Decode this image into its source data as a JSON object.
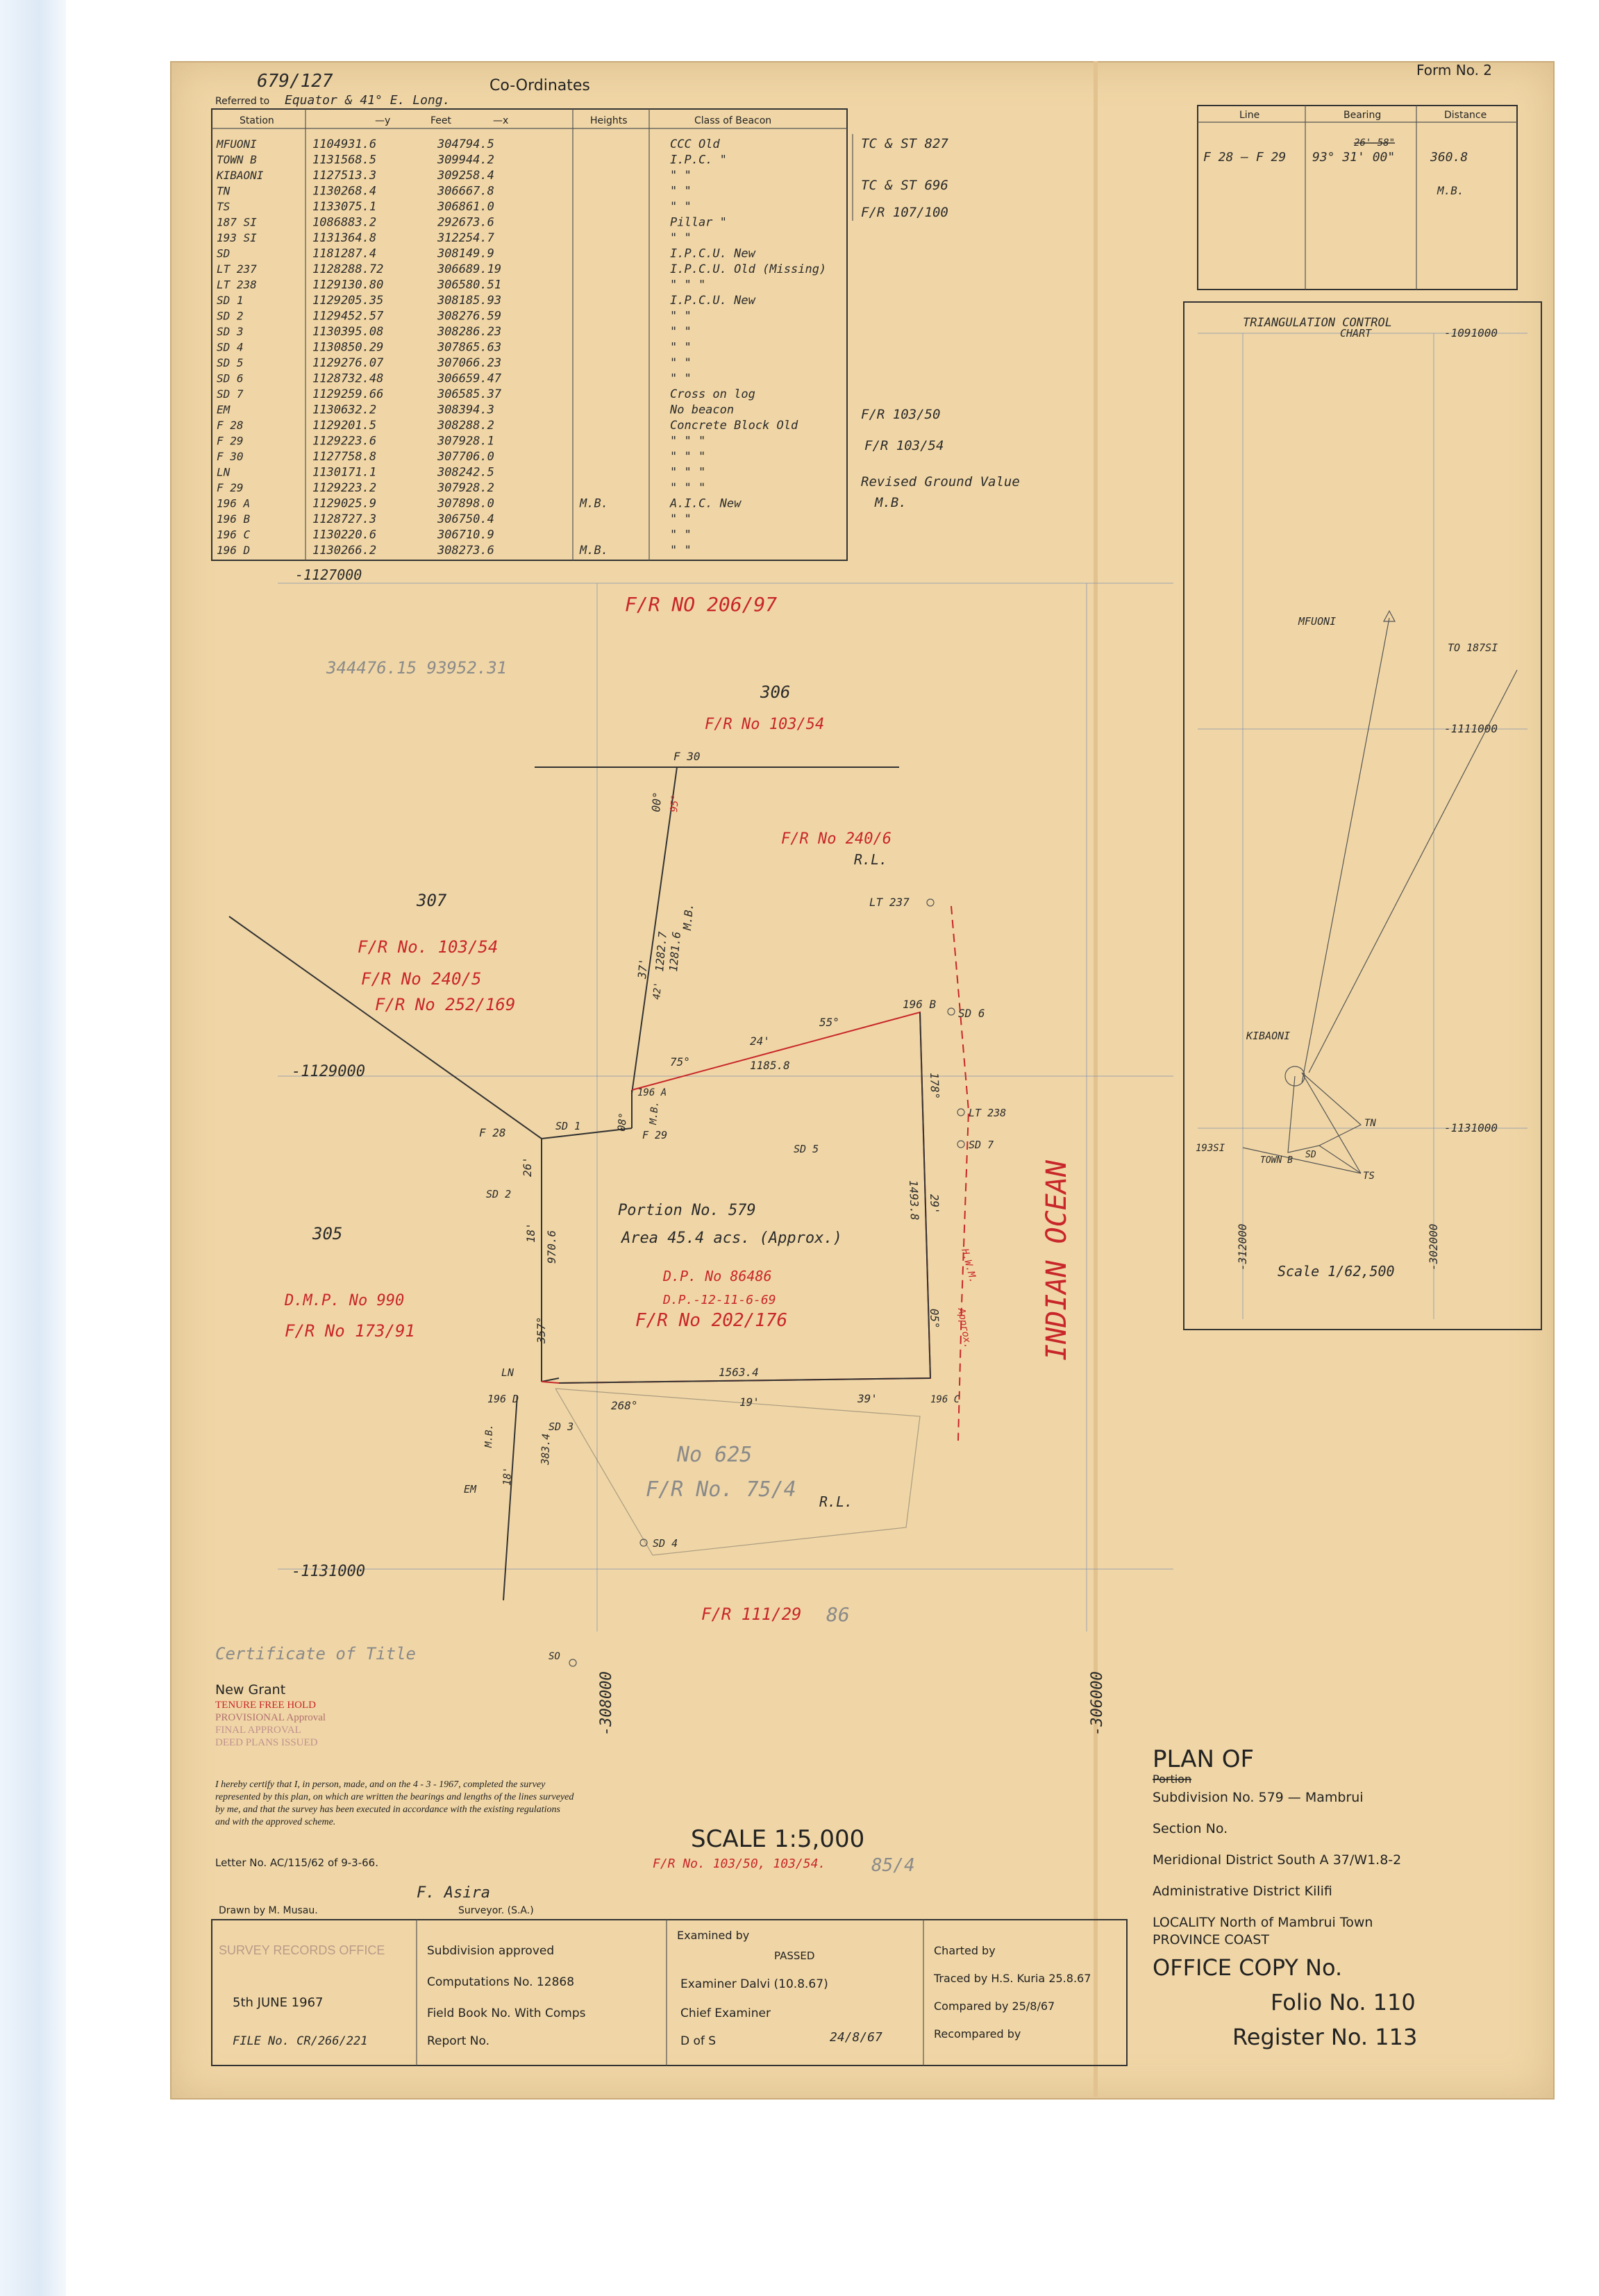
{
  "header": {
    "ref_no": "679/127",
    "title": "Co-Ordinates",
    "referred_to": "Referred to",
    "referred_value": "Equator & 41° E. Long.",
    "form_no": "Form No. 2"
  },
  "coord_table": {
    "headers": [
      "Station",
      "—y",
      "Feet",
      "—x",
      "Heights",
      "Class of Beacon"
    ],
    "rows": [
      [
        "MFUONI",
        "1104931.6",
        "304794.5",
        "",
        "CCC Old"
      ],
      [
        "TOWN B",
        "1131568.5",
        "309944.2",
        "",
        "I.P.C. \""
      ],
      [
        "KIBAONI",
        "1127513.3",
        "309258.4",
        "",
        "\" \""
      ],
      [
        "TN",
        "1130268.4",
        "306667.8",
        "",
        "\" \""
      ],
      [
        "TS",
        "1133075.1",
        "306861.0",
        "",
        "\" \""
      ],
      [
        "187 SI",
        "1086883.2",
        "292673.6",
        "",
        "Pillar \""
      ],
      [
        "193 SI",
        "1131364.8",
        "312254.7",
        "",
        "\" \""
      ],
      [
        "SD",
        "1181287.4",
        "308149.9",
        "",
        "I.P.C.U. New"
      ],
      [
        "LT 237",
        "1128288.72",
        "306689.19",
        "",
        "I.P.C.U. Old (Missing)"
      ],
      [
        "LT 238",
        "1129130.80",
        "306580.51",
        "",
        "\" \" \""
      ],
      [
        "SD 1",
        "1129205.35",
        "308185.93",
        "",
        "I.P.C.U. New"
      ],
      [
        "SD 2",
        "1129452.57",
        "308276.59",
        "",
        "\" \""
      ],
      [
        "SD 3",
        "1130395.08",
        "308286.23",
        "",
        "\" \""
      ],
      [
        "SD 4",
        "1130850.29",
        "307865.63",
        "",
        "\" \""
      ],
      [
        "SD 5",
        "1129276.07",
        "307066.23",
        "",
        "\" \""
      ],
      [
        "SD 6",
        "1128732.48",
        "306659.47",
        "",
        "\" \""
      ],
      [
        "SD 7",
        "1129259.66",
        "306585.37",
        "",
        "Cross on log"
      ],
      [
        "EM",
        "1130632.2",
        "308394.3",
        "",
        "No beacon"
      ],
      [
        "F 28",
        "1129201.5",
        "308288.2",
        "",
        "Concrete Block Old"
      ],
      [
        "F 29",
        "1129223.6",
        "307928.1",
        "",
        "\" \" \""
      ],
      [
        "F 30",
        "1127758.8",
        "307706.0",
        "",
        "\" \" \""
      ],
      [
        "LN",
        "1130171.1",
        "308242.5",
        "",
        "\" \" \""
      ],
      [
        "F 29",
        "1129223.2",
        "307928.2",
        "",
        "\" \" \""
      ],
      [
        "196 A",
        "1129025.9",
        "307898.0",
        "M.B.",
        "A.I.C. New"
      ],
      [
        "196 B",
        "1128727.3",
        "306750.4",
        "",
        "\" \""
      ],
      [
        "196 C",
        "1130220.6",
        "306710.9",
        "",
        "\" \""
      ],
      [
        "196 D",
        "1130266.2",
        "308273.6",
        "M.B.",
        "\" \""
      ]
    ],
    "notes": [
      "TC & ST 827",
      "TC & ST 696",
      "F/R 107/100",
      "F/R 103/50",
      "F/R 103/54",
      "Revised Ground Value",
      "M.B."
    ],
    "bottom_val": "-1127000"
  },
  "bearing_table": {
    "headers": [
      "Line",
      "Bearing",
      "Distance"
    ],
    "line": "F 28 — F 29",
    "bearing": "93° 31' 00\"",
    "bearing_struck": "26' 58\"",
    "distance": "360.8",
    "mb": "M.B."
  },
  "triangulation": {
    "title": "TRIANGULATION CONTROL",
    "subtitle": "CHART",
    "grid_labels": [
      "-1091000",
      "-1111000",
      "-1131000",
      "-312000",
      "-302000"
    ],
    "stations": [
      "MFUONI",
      "TO 187SI",
      "KIBAONI",
      "TN",
      "TOWN B",
      "SD",
      "TS",
      "193SI"
    ],
    "scale": "Scale 1/62,500"
  },
  "plan": {
    "fr_top": "F/R NO 206/97",
    "pencil_top": "344476.15  93952.31",
    "parcel_306": "306",
    "fr_306": "F/R No 103/54",
    "parcel_307": "307",
    "red_307": [
      "F/R No. 103/54",
      "F/R No 240/5",
      "F/R No 252/169"
    ],
    "fr_240": "F/R No 240/6",
    "rl": "R.L.",
    "parcel_305": "305",
    "dmp": "D.M.P. No 990",
    "fr_173": "F/R No 173/91",
    "portion_no": "Portion No. 579",
    "area": "Area 45.4 acs. (Approx.)",
    "dp": "D.P. No 86486",
    "dp_date": "D.P.-12-11-6-69",
    "fr_202": "F/R No 202/176",
    "indian_ocean": "INDIAN OCEAN",
    "hwm": "H.W.M.",
    "approx": "Approx.",
    "pencil_625": "No 625",
    "pencil_fr75": "F/R No. 75/4",
    "fr_111": "F/R 111/29",
    "fr_111_pencil": "86",
    "grid_left_1129": "-1129000",
    "grid_left_1131": "-1131000",
    "grid_308": "-308000",
    "grid_306": "-306000",
    "labels": {
      "f30": "F 30",
      "lt237": "LT 237",
      "sd6": "SD 6",
      "b196b": "196 B",
      "b196a": "196 A",
      "f28": "F 28",
      "sd1": "SD 1",
      "f29": "F 29",
      "lt238": "LT 238",
      "sd7": "SD 7",
      "sd5": "SD 5",
      "sd2": "SD 2",
      "ln": "LN",
      "b196d": "196 D",
      "sd3": "SD 3",
      "b196c": "196 C",
      "em": "EM",
      "sd4": "SD 4",
      "so": "SO"
    },
    "dims": {
      "f30_b": "00°",
      "f30_b2": "95°",
      "mb_1": "M.B.",
      "d1281": "1281.6",
      "d1282": "1282.7",
      "b37": "37'",
      "b42": "42'",
      "b75": "75°",
      "b24": "24'",
      "b55": "55°",
      "d1185": "1185.8",
      "b178": "178°",
      "d1493": "1493.8",
      "b29": "29'",
      "b05": "05°",
      "b26": "26'",
      "b18": "18'",
      "d9706": "970.6",
      "b357": "357°",
      "d1563": "1563.4",
      "b268": "268°",
      "b19": "19'",
      "b39": "39'",
      "d3834": "383.4",
      "b18b": "18'",
      "mb_2": "M.B.",
      "b08": "08°",
      "mb_3": "M.B."
    }
  },
  "certificate": {
    "pencil": "Certificate of Title",
    "new_grant": "New Grant",
    "stamp": [
      "TENURE FREE HOLD",
      "PROVISIONAL Approval",
      "FINAL APPROVAL",
      "DEED PLANS ISSUED"
    ],
    "text": "I hereby certify that I, in person, made, and on the 4 - 3 - 1967, completed the survey represented by this plan, on which are written the bearings and lengths of the lines surveyed by me, and that the survey has been executed in accordance with the existing regulations and with the approved scheme.",
    "letter_no": "Letter No. AC/115/62 of 9-3-66.",
    "surveyor": "F. Asira",
    "surveyor_role": "Surveyor. (S.A.)",
    "drawn_by": "Drawn by M. Musau."
  },
  "scale": {
    "label": "SCALE 1:5,000",
    "fr": "F/R No. 103/50, 103/54.",
    "pencil": "85/4"
  },
  "plan_of": {
    "title": "PLAN OF",
    "portion_struck": "Portion",
    "subdivision": "Subdivision No. 579 — Mambrui",
    "section": "Section No.",
    "meridional": "Meridional District South A 37/W1.8-2",
    "admin": "Administrative District Kilifi",
    "locality": "LOCALITY North of Mambrui Town",
    "province": "PROVINCE COAST",
    "office_copy": "OFFICE COPY No.",
    "folio": "Folio No. 110",
    "register": "Register No. 113"
  },
  "footer": {
    "office": "SURVEY RECORDS OFFICE",
    "date": "5th JUNE 1967",
    "file": "FILE No. CR/266/221",
    "subdivision": "Subdivision approved",
    "computations": "Computations No. 12868",
    "field_book": "Field Book No. With Comps",
    "report": "Report No.",
    "examined": "Examined by",
    "passed": "PASSED",
    "examiner": "Examiner Dalvi (10.8.67)",
    "chief_examiner": "Chief Examiner",
    "dofs": "D of S",
    "dofs_date": "24/8/67",
    "charted": "Charted by",
    "traced": "Traced by H.S. Kuria 25.8.67",
    "compared": "Compared by 25/8/67",
    "recompared": "Recompared by"
  }
}
